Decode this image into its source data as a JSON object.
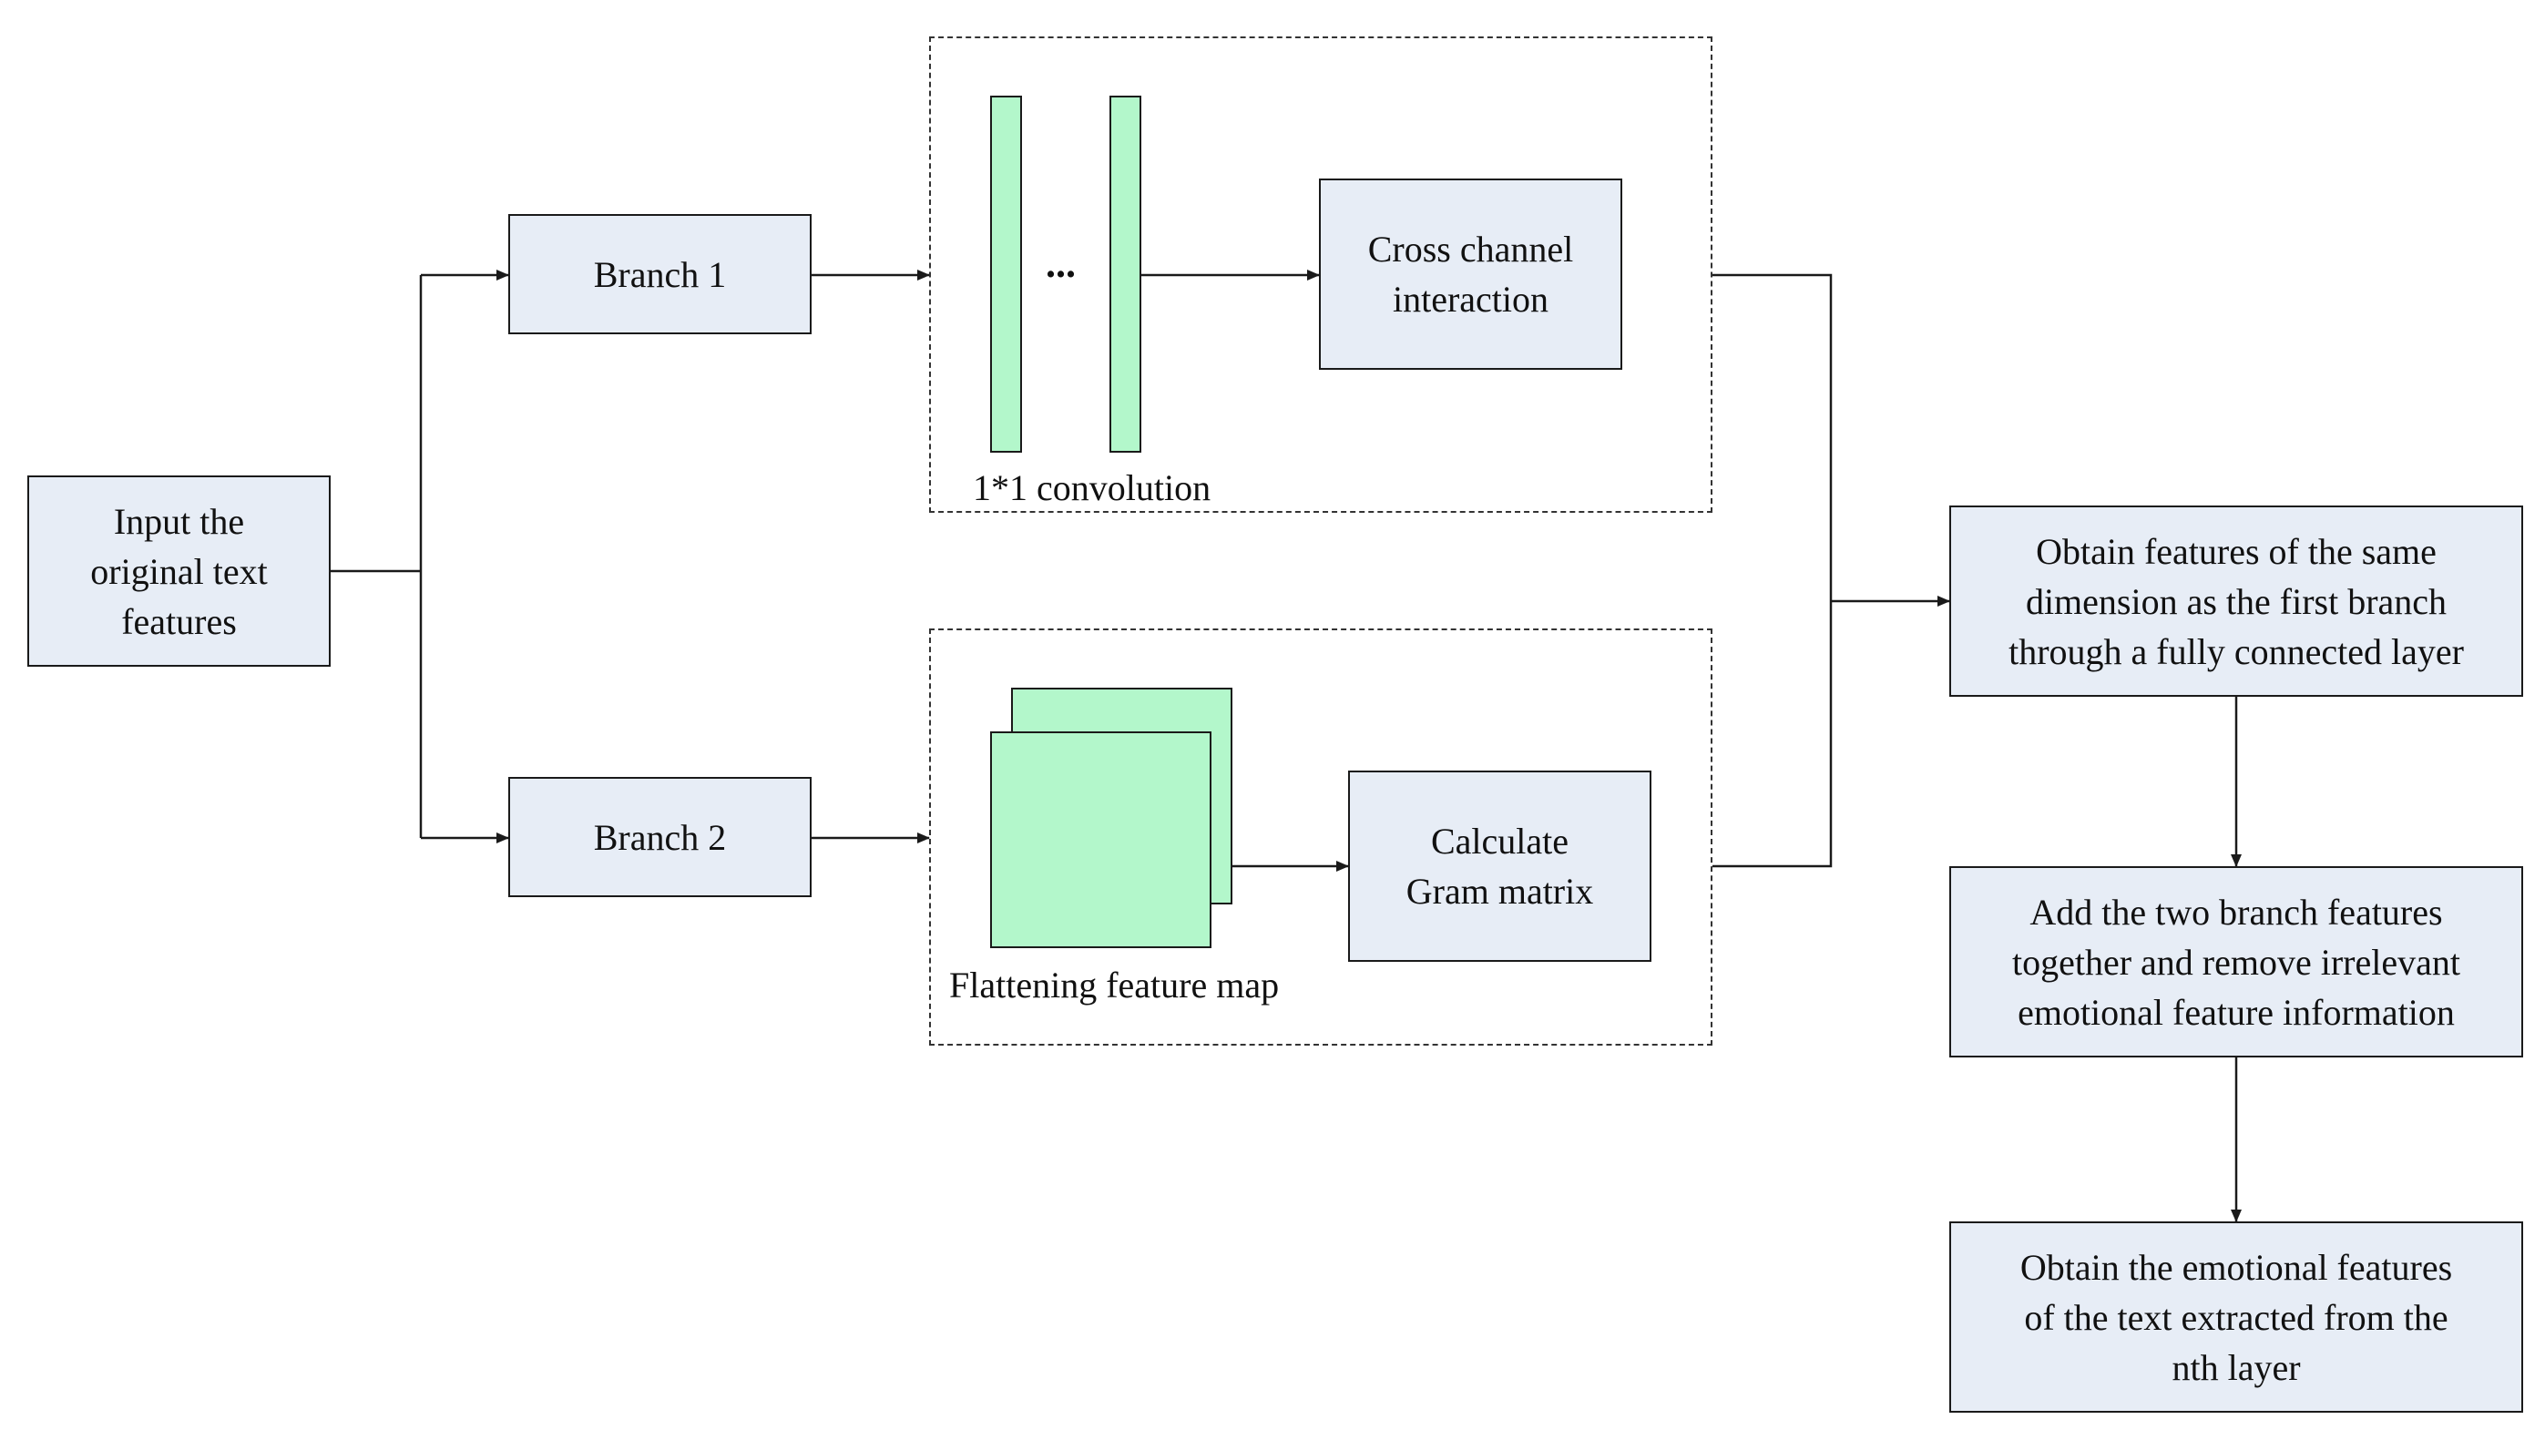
{
  "nodes": {
    "input": "Input the\noriginal text\nfeatures",
    "branch1": "Branch 1",
    "branch2": "Branch 2",
    "cross_channel": "Cross channel\ninteraction",
    "gram_matrix": "Calculate\nGram matrix",
    "fully_connected": "Obtain features of the same\ndimension as the first branch\nthrough a fully connected layer",
    "add_branches": "Add the two branch features\ntogether and remove irrelevant\nemotional feature information",
    "output": "Obtain the emotional features\nof the text extracted from the\nnth layer"
  },
  "labels": {
    "conv": "1*1 convolution",
    "flatten": "Flattening feature map",
    "ellipsis": "..."
  },
  "colors": {
    "box_fill": "#e7edf6",
    "feature_fill": "#b3f7cb",
    "stroke": "#1a1a1a"
  }
}
